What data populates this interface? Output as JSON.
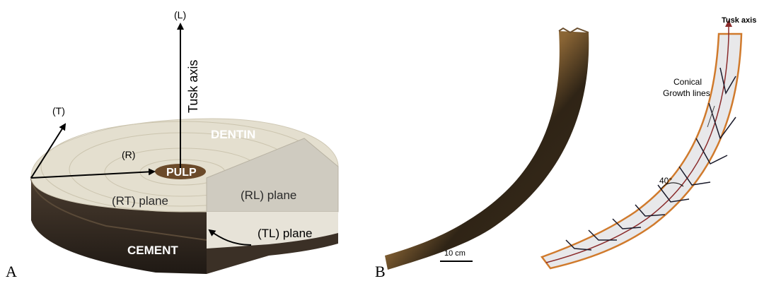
{
  "panel_a": {
    "panel_letter": "A",
    "axis_L": "(L)",
    "axis_T": "(T)",
    "axis_R": "(R)",
    "tusk_axis": "Tusk axis",
    "dentin": "DENTIN",
    "pulp": "PULP",
    "rt_plane": "(RT) plane",
    "rl_plane": "(RL) plane",
    "tl_plane": "(TL) plane",
    "cement": "CEMENT"
  },
  "panel_b": {
    "panel_letter": "B",
    "scale_bar": "10 cm",
    "tusk_axis": "Tusk axis",
    "growth_lines_1": "Conical",
    "growth_lines_2": "Growth lines",
    "angle": "40°"
  },
  "colors": {
    "dentin_top": "#e6e1d2",
    "cement_dark": "#2f2821",
    "pulp": "#6b4a2a",
    "tusk_outline": "#d07a2c",
    "tusk_axis_red": "#8a2b2b",
    "diagram_fill": "#e8e8ea"
  }
}
